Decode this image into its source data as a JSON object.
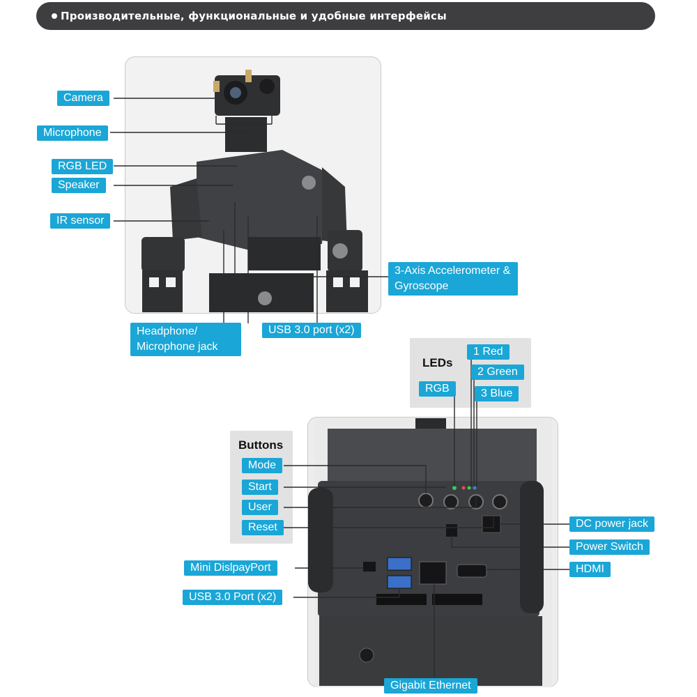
{
  "header": {
    "title": "Производительные, функциональные и удобные интерфейсы"
  },
  "colors": {
    "header_bg": "#3e3e40",
    "callout_bg": "#1aa6d6",
    "callout_text": "#ffffff",
    "leader_line": "#2b2b2b",
    "robot_metal": "#3a3b3d"
  },
  "robot_callouts": {
    "camera": "Camera",
    "microphone": "Microphone",
    "rgb_led": "RGB LED",
    "speaker": "Speaker",
    "ir_sensor": "IR sensor",
    "accelerometer": "3-Axis Accelerometer & Gyroscope",
    "usb_ports": "USB 3.0 port (x2)",
    "headphone_jack": "Headphone/ Microphone jack"
  },
  "leds": {
    "title": "LEDs",
    "red": "1 Red",
    "green": "2 Green",
    "blue": "3 Blue",
    "rgb": "RGB"
  },
  "buttons": {
    "title": "Buttons",
    "mode": "Mode",
    "start": "Start",
    "user": "User",
    "reset": "Reset"
  },
  "ports": {
    "dc_power_jack": "DC power jack",
    "power_switch": "Power Switch",
    "hdmi": "HDMI",
    "mini_displayport": "Mini DislpayPort",
    "usb_ports": "USB 3.0 Port (x2)",
    "gigabit_ethernet": "Gigabit Ethernet"
  }
}
